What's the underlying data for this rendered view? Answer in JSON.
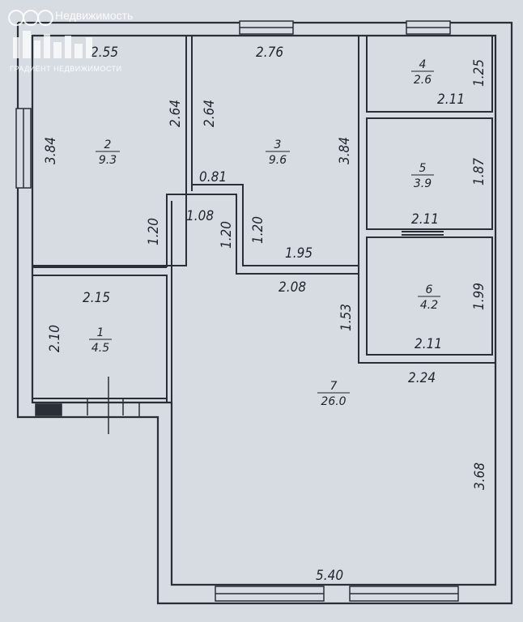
{
  "watermark": {
    "site": "Недвижимость",
    "company": "ГРАДИЕНТ НЕДВИЖИМОСТИ"
  },
  "rooms": [
    {
      "number": "1",
      "area": "4.5"
    },
    {
      "number": "2",
      "area": "9.3"
    },
    {
      "number": "3",
      "area": "9.6"
    },
    {
      "number": "4",
      "area": "2.6"
    },
    {
      "number": "5",
      "area": "3.9"
    },
    {
      "number": "6",
      "area": "4.2"
    },
    {
      "number": "7",
      "area": "26.0"
    }
  ],
  "dimensions": {
    "room2_width": "2.55",
    "room2_height": "3.84",
    "room2_right_wall": "2.64",
    "room3_width": "2.76",
    "room3_left_wall": "2.64",
    "room3_height": "3.84",
    "room3_step": "0.81",
    "room4_width": "2.11",
    "room4_height": "1.25",
    "room5_width": "2.11",
    "room5_height": "1.87",
    "room6_width": "2.11",
    "room6_height": "1.99",
    "corridor_left": "1.20",
    "corridor_width": "1.08",
    "corridor_inner": "1.20",
    "corridor_right": "1.20",
    "room3_bottom": "1.95",
    "hall_top": "2.08",
    "hall_right_wall": "1.53",
    "room1_width": "2.15",
    "room1_height": "2.10",
    "living_width_top": "2.24",
    "living_height": "3.68",
    "living_width": "5.40"
  },
  "colors": {
    "background": "#d7dbe2",
    "wall": "#2a2e36",
    "room_fill": "#d9dde4"
  }
}
